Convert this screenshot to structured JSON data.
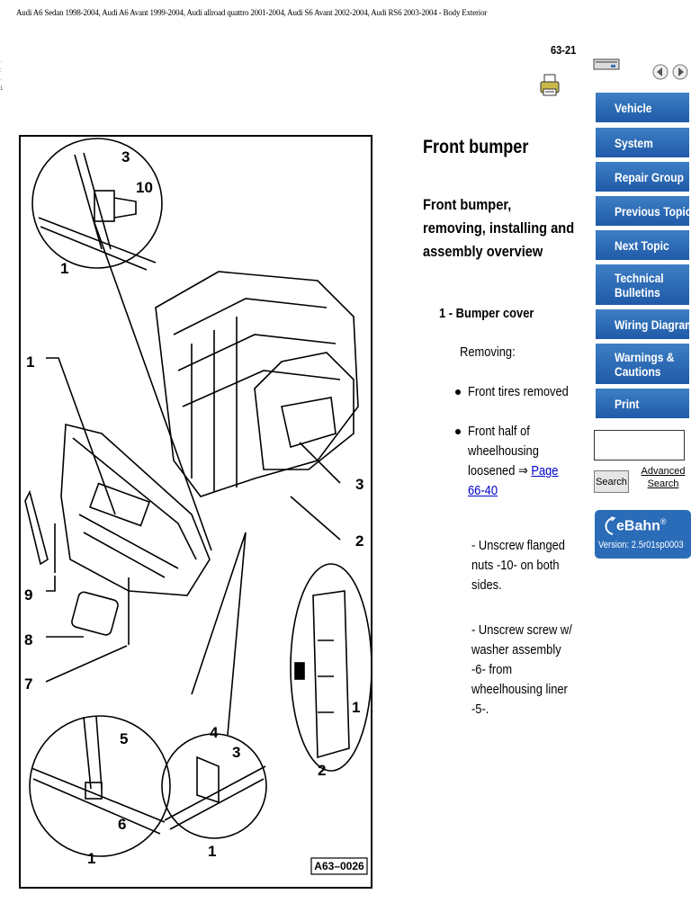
{
  "header": {
    "doc_title": "Audi A6 Sedan 1998-2004, Audi A6 Avant 1999-2004, Audi allroad quattro 2001-2004, Audi S6 Avant 2002-2004, Audi RS6 2003-2004 - Body Exterior",
    "page_number": "63-21"
  },
  "icons": {
    "print": "printer-icon",
    "toolbar": "toolbar-icon",
    "back": "left-arrow-icon",
    "forward": "right-arrow-icon"
  },
  "figure": {
    "id_label": "A63–0026",
    "callouts": [
      "3",
      "10",
      "1",
      "1",
      "9",
      "8",
      "7",
      "3",
      "2",
      "1",
      "2",
      "5",
      "6",
      "1",
      "4",
      "3",
      "1"
    ]
  },
  "content": {
    "title": "Front bumper",
    "subtitle": "Front bumper, removing, installing and assembly overview",
    "item_heading": "1 - Bumper cover",
    "removing_label": "Removing:",
    "bullets": [
      "Front tires removed",
      "Front half of wheelhousing loosened"
    ],
    "bullet_link": "Page 66-40",
    "steps": [
      "- Unscrew flanged nuts -10- on both sides.",
      "- Unscrew screw w/ washer assembly -6- from wheelhousing liner -5-."
    ]
  },
  "sidebar": {
    "items": [
      {
        "label": "Vehicle"
      },
      {
        "label": "System"
      },
      {
        "label": "Repair Group"
      },
      {
        "label": "Previous Topic"
      },
      {
        "label": "Next Topic"
      },
      {
        "label": "Technical Bulletins"
      },
      {
        "label": "Wiring Diagrams"
      },
      {
        "label": "Warnings & Cautions"
      },
      {
        "label": "Print"
      }
    ],
    "search_button": "Search",
    "advanced_search": "Advanced Search"
  },
  "brand": {
    "name": "eBahn",
    "reg": "®",
    "version": "Version: 2.5r01sp0003",
    "color": "#2a6cb8"
  },
  "colors": {
    "nav_button": "#2a6cb8",
    "link": "#0000cc"
  }
}
